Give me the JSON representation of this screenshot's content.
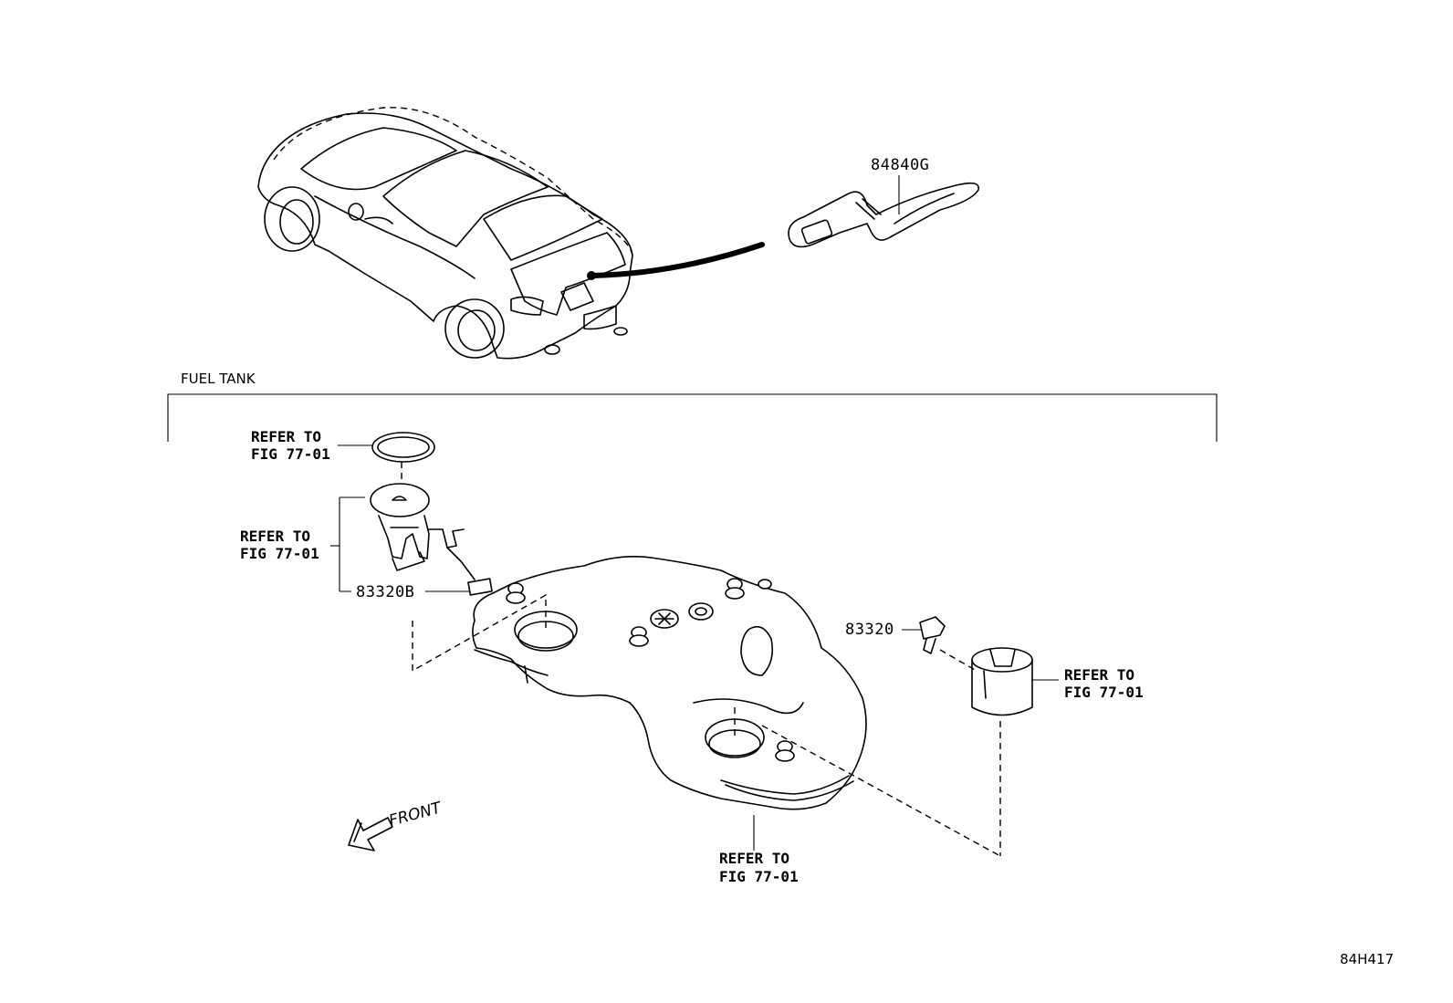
{
  "section_title": "FUEL TANK",
  "part_numbers": {
    "harness": "84840G",
    "sender_b": "83320B",
    "sender": "83320"
  },
  "refer_notes": [
    {
      "line1": "REFER TO",
      "line2": "FIG 77-01"
    },
    {
      "line1": "REFER TO",
      "line2": "FIG 77-01"
    },
    {
      "line1": "REFER TO",
      "line2": "FIG 77-01"
    },
    {
      "line1": "REFER TO",
      "line2": "FIG 77-01"
    }
  ],
  "direction_label": "FRONT",
  "diagram_id": "84H417"
}
